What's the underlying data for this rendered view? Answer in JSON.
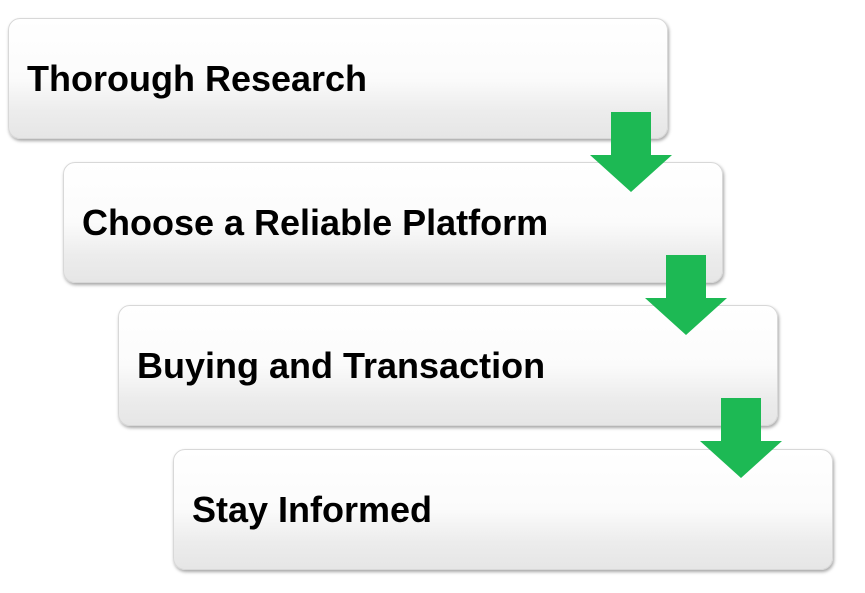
{
  "diagram": {
    "type": "staggered-process",
    "steps": [
      {
        "label": "Thorough Research"
      },
      {
        "label": "Choose a Reliable Platform"
      },
      {
        "label": "Buying and Transaction"
      },
      {
        "label": "Stay Informed"
      }
    ],
    "arrow_color": "#1db954"
  }
}
